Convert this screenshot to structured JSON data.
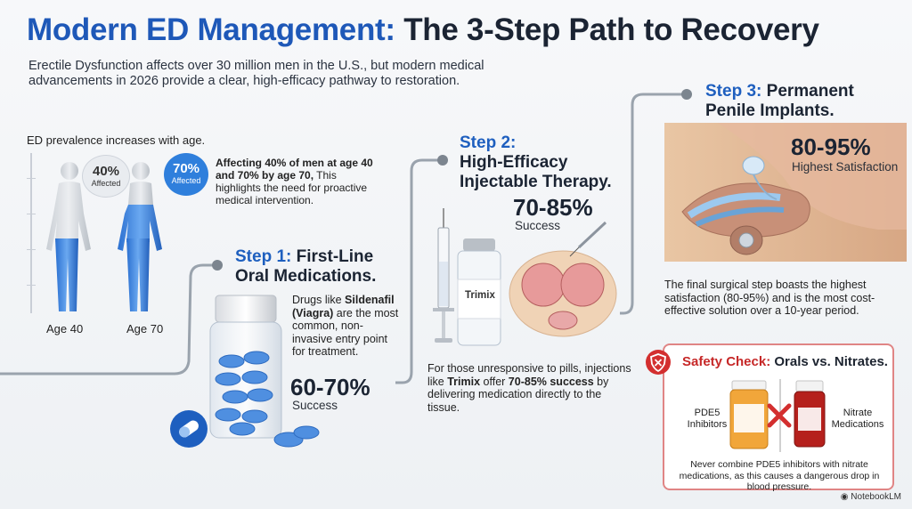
{
  "title": {
    "part1": "Modern ED Management:",
    "part2": "The 3-Step Path to Recovery"
  },
  "intro": "Erectile Dysfunction affects over 30 million men in the U.S., but modern medical advancements in 2026 provide a clear, high-efficacy pathway to restoration.",
  "prevalence": {
    "heading": "ED prevalence increases with age.",
    "bubble_40": {
      "pct": "40%",
      "label": "Affected"
    },
    "bubble_70": {
      "pct": "70%",
      "label": "Affected"
    },
    "text_bold1": "Affecting 40% of men at age 40 and 70% by age 70,",
    "text_rest": " This highlights the need for proactive medical intervention.",
    "age_40": "Age 40",
    "age_70": "Age 70"
  },
  "step1": {
    "number": "Step 1:",
    "title_a": "First-Line",
    "title_b": "Oral Medications.",
    "desc_a": "Drugs like ",
    "desc_bold": "Sildenafil (Viagra)",
    "desc_b": " are the most common, non-invasive entry point for treatment.",
    "rate": "60-70%",
    "rate_label": "Success"
  },
  "step2": {
    "number": "Step 2:",
    "title_a": "High-Efficacy",
    "title_b": "Injectable Therapy.",
    "rate": "70-85%",
    "rate_label": "Success",
    "vial_label": "Trimix",
    "desc_a": "For those unresponsive to pills, injections like ",
    "desc_bold1": "Trimix",
    "desc_b": " offer ",
    "desc_bold2": "70-85% success",
    "desc_c": " by delivering medication directly to the tissue."
  },
  "step3": {
    "number": "Step 3:",
    "title_a": "Permanent",
    "title_b": "Penile Implants.",
    "rate": "80-95%",
    "rate_label": "Highest Satisfaction",
    "desc": "The final surgical step boasts the highest satisfaction (80-95%) and is the most cost-effective solution over a 10-year period."
  },
  "safety": {
    "title_red": "Safety Check:",
    "title_rest": " Orals vs. Nitrates.",
    "left_label": "PDE5 Inhibitors",
    "right_label": "Nitrate Medications",
    "warning": "Never combine PDE5 inhibitors with nitrate medications, as this causes a dangerous drop in blood pressure."
  },
  "brand": "NotebookLM",
  "colors": {
    "accent": "#1e58b8",
    "light_blue": "#2f7fdc",
    "warning_red": "#c62828"
  }
}
